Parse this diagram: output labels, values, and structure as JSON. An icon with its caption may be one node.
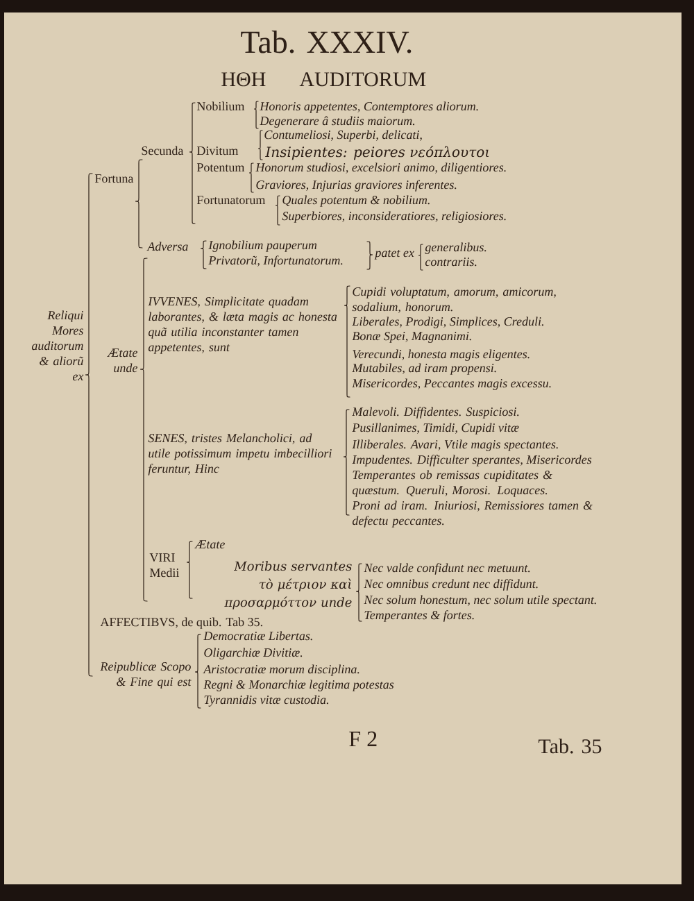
{
  "diagram": {
    "title": "Tab. XXXIV.",
    "labels": [
      "ΗΘΗ AUDITORUM",
      "Nobilium",
      "Honoris appetentes, Contemptores aliorum.",
      "Degenerare â studiis maiorum.",
      "Contumeliosi, Superbi, delicati,",
      "Secunda",
      "Divitum",
      "Insipientes: peiores νεόπλουτοι",
      "Potentum",
      "Honorum studiosi, excelsiori animo, diligentiores.",
      "Fortuna",
      "Graviores, Injurias graviores inferentes.",
      "Fortunatorum",
      "Quales potentum & nobilium.",
      "Superbiores, inconsideratiores, religiosiores.",
      "Adversa",
      "Ignobilium pauperum",
      "patet ex",
      "generalibus.",
      "Privatorũ, Infortunatorum.",
      "contrariis.",
      "IVVENES, Simplicitate quadam laborantes, & læta magis ac honesta quã utilia inconstanter tamen appetentes, sunt",
      "Cupidi voluptatum, amorum, amicorum, sodalium, honorum.",
      "Reliqui Mores auditorum & aliorũ ex",
      "Liberales, Prodigi, Simplices, Creduli.",
      "Bonæ Spei, Magnanimi.",
      "Ætate unde",
      "Verecundi, honesta magis eligentes.",
      "Mutabiles, ad iram propensi.",
      "Misericordes, Peccantes magis excessu.",
      "Malevoli. Diffidentes. Suspiciosi.",
      "Pusillanimes, Timidi, Cupidi vitæ",
      "SENES, tristes Melancholici, ad utile potissimum impetu imbecilliori feruntur, Hinc",
      "Illiberales. Avari, Vtile magis spectantes.",
      "Impudentes. Difficulter sperantes, Misericordes",
      "Temperantes ob remissas cupiditates & quæstum. Queruli, Morosi. Loquaces.",
      "Proni ad iram. Iniuriosi, Remissiores tamen & defectu peccantes.",
      "Ætate",
      "VIRI Medii",
      "Moribus servantes τὸ μέτριον καὶ προσαρμόττον unde",
      "Nec valde confidunt nec metuunt.",
      "Nec omnibus credunt nec diffidunt.",
      "Nec solum honestum, nec solum utile spectant.",
      "Temperantes & fortes.",
      "AFFECTIBVS, de quib. Tab 35.",
      "Democratiæ Libertas.",
      "Oligarchiæ Divitiæ.",
      "Reipublicæ Scopo & Fine qui est",
      "Aristocratiæ morum disciplina.",
      "Regni & Monarchiæ legitima potestas",
      "Tyrannidis vitæ custodia.",
      "F 2",
      "Tab. 35"
    ]
  }
}
